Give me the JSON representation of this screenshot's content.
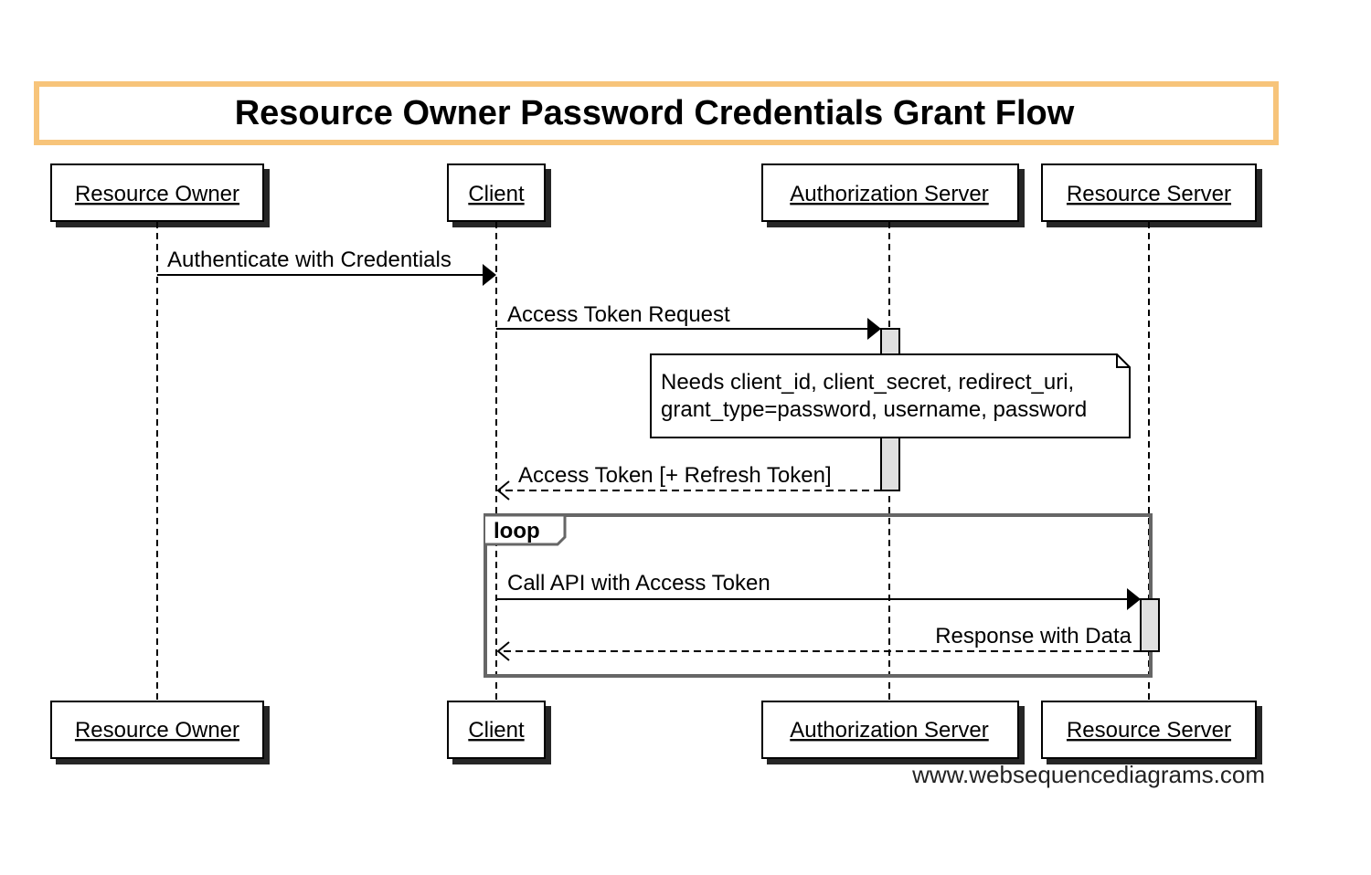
{
  "title": "Resource Owner Password Credentials Grant Flow",
  "participants": {
    "resource_owner": "Resource Owner",
    "client": "Client",
    "authorization_server": "Authorization Server",
    "resource_server": "Resource Server"
  },
  "messages": {
    "authenticate": "Authenticate with Credentials",
    "token_request": "Access Token Request",
    "token_response": "Access Token [+ Refresh Token]",
    "call_api": "Call API with Access Token",
    "api_response": "Response with Data"
  },
  "note": {
    "line1": "Needs client_id, client_secret, redirect_uri,",
    "line2": "grant_type=password, username, password"
  },
  "loop_label": "loop",
  "watermark": "www.websequencediagrams.com",
  "colors": {
    "title_border": "#f7c47a",
    "activation_fill": "#e0e0e0",
    "loop_border": "#666666"
  }
}
